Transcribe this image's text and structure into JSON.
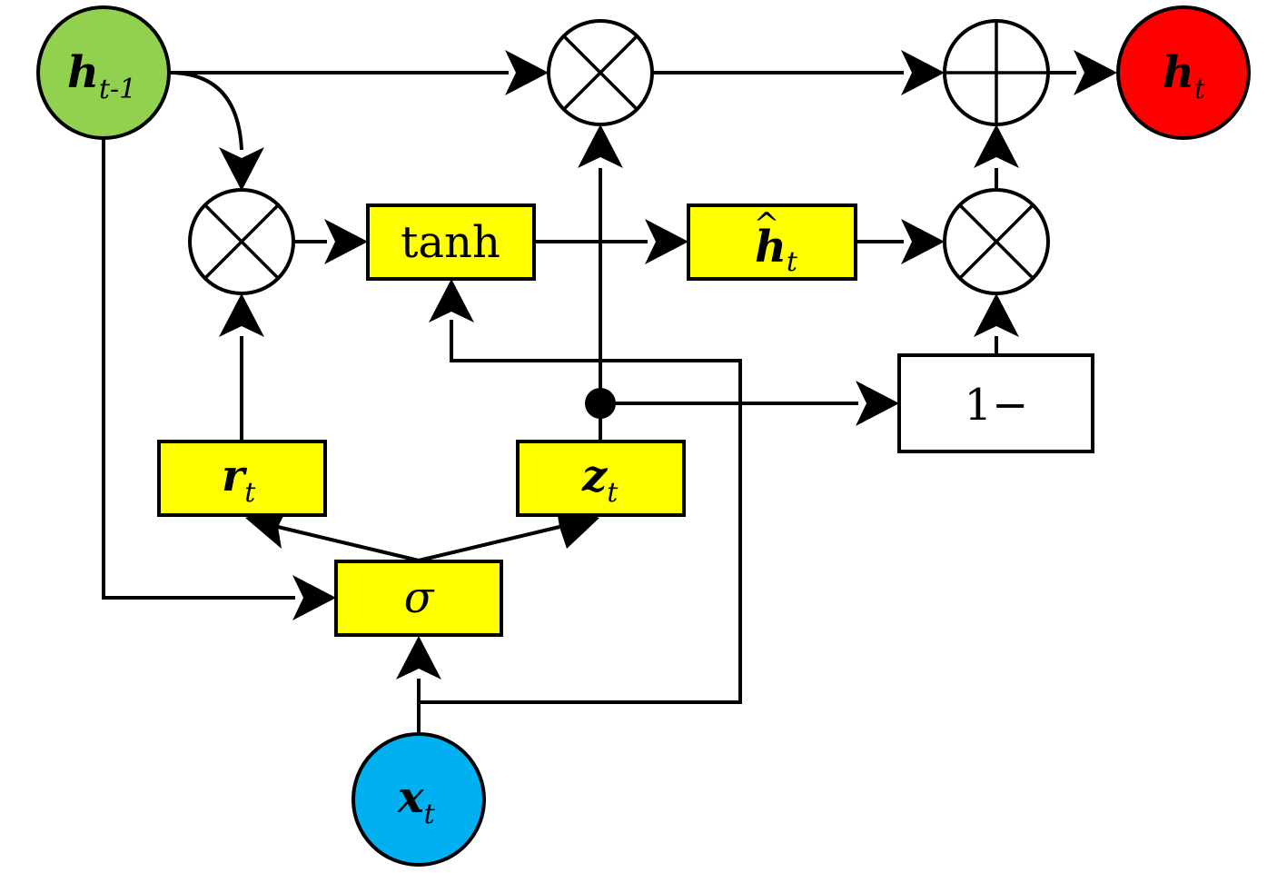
{
  "colors": {
    "prev_hidden": "#92d050",
    "output_hidden": "#ff0000",
    "input": "#00b0f0",
    "gate": "#ffff00",
    "plain": "#ffffff"
  },
  "nodes": {
    "h_prev": {
      "base": "h",
      "sub": "t-1"
    },
    "h_out": {
      "base": "h",
      "sub": "t"
    },
    "x_in": {
      "base": "x",
      "sub": "t"
    }
  },
  "boxes": {
    "tanh": {
      "label": "tanh"
    },
    "h_hat": {
      "base": "h",
      "hat": "^",
      "sub": "t"
    },
    "r_gate": {
      "base": "r",
      "sub": "t"
    },
    "z_gate": {
      "base": "z",
      "sub": "t"
    },
    "sigma": {
      "label": "σ"
    },
    "one_minus": {
      "label": "1−"
    }
  },
  "operators": [
    {
      "id": "mult-top",
      "type": "multiply"
    },
    {
      "id": "add-top",
      "type": "add"
    },
    {
      "id": "mult-reset",
      "type": "multiply"
    },
    {
      "id": "mult-update",
      "type": "multiply"
    }
  ]
}
